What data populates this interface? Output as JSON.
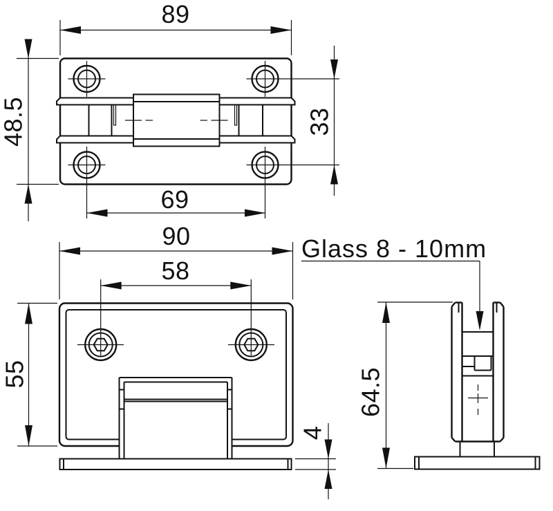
{
  "drawing": {
    "top_view": {
      "width_mm": "89",
      "height_mm": "48.5",
      "hole_pitch_horizontal_mm": "69",
      "hole_pitch_vertical_mm": "33"
    },
    "front_view": {
      "width_mm": "90",
      "hole_pitch_mm": "58",
      "height_mm": "55",
      "base_plate_thickness_mm": "4"
    },
    "side_view": {
      "overall_height_mm": "64.5",
      "glass_note": "Glass 8 - 10mm"
    },
    "line_color": "#111111",
    "background": "#ffffff"
  }
}
